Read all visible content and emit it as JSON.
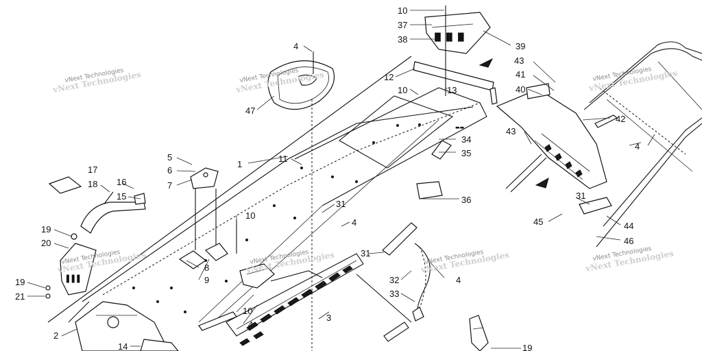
{
  "watermark": "vNext Technologies",
  "callouts": {
    "c1": "1",
    "c2": "2",
    "c3": "3",
    "c4a": "4",
    "c4b": "4",
    "c4c": "4",
    "c4d": "4",
    "c4e": "4",
    "c5": "5",
    "c6": "6",
    "c7": "7",
    "c8": "8",
    "c9": "9",
    "c10a": "10",
    "c10b": "10",
    "c10c": "10",
    "c10d": "10",
    "c11": "11",
    "c12": "12",
    "c13": "13",
    "c14": "14",
    "c15": "15",
    "c16": "16",
    "c17": "17",
    "c18": "18",
    "c19a": "19",
    "c19b": "19",
    "c19c": "19",
    "c20": "20",
    "c21": "21",
    "c31a": "31",
    "c31b": "31",
    "c31c": "31",
    "c32": "32",
    "c33": "33",
    "c34": "34",
    "c35": "35",
    "c36": "36",
    "c37": "37",
    "c38": "38",
    "c39": "39",
    "c40": "40",
    "c41": "41",
    "c42": "42",
    "c43a": "43",
    "c43b": "43",
    "c44": "44",
    "c45": "45",
    "c46": "46",
    "c47": "47"
  }
}
